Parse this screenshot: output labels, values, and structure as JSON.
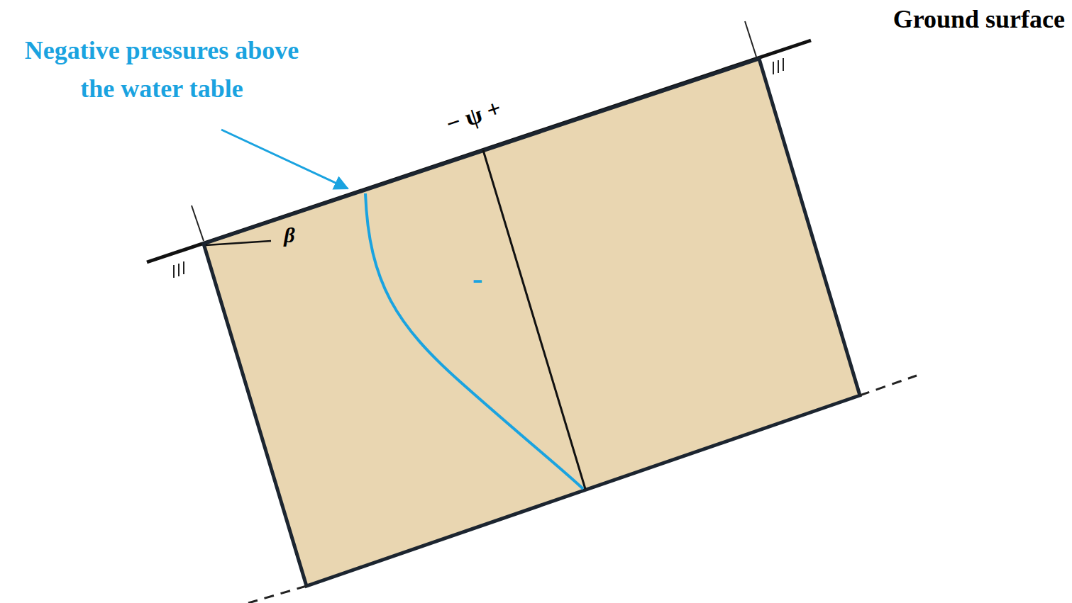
{
  "diagram": {
    "labels": [
      "Ground surface",
      "Negative pressures above the water table",
      "− ψ +",
      "β",
      "-"
    ]
  }
}
